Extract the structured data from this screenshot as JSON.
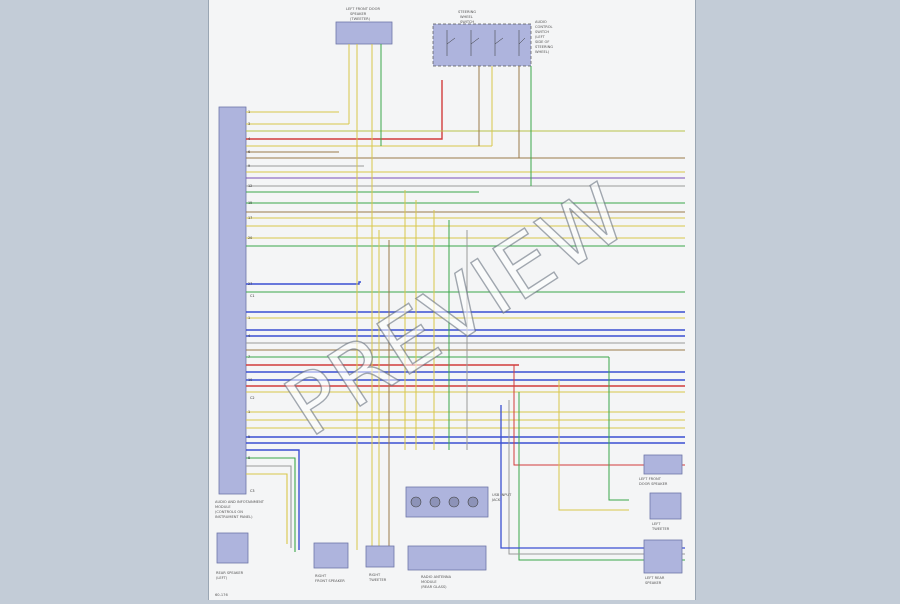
{
  "watermark": "PREVIEW",
  "diagram": {
    "colors": {
      "page_bg": "#c3ccd7",
      "sheet_bg": "#f4f5f6",
      "component_fill": "#aeb4dd",
      "wire_red": "#d23c3c",
      "wire_blue": "#3a4fd2",
      "wire_green": "#3aa84a",
      "wire_yellow": "#d9c64a",
      "wire_brown": "#9a7a4a",
      "wire_grey": "#9a9a9a",
      "wire_purple": "#7a4fb8"
    },
    "components": {
      "left_module_caption": [
        "AUDIO AND INFOTAINMENT",
        "MODULE",
        "(CONTROLS ON",
        "INSTRUMENT PANEL)"
      ],
      "top_speaker_caption": [
        "LEFT FRONT DOOR",
        "SPEAKER",
        "(TWEETER)"
      ],
      "switch_box_caption": [
        "STEERING",
        "WHEEL",
        "SWITCH"
      ],
      "switch_box_side_caption": [
        "AUDIO",
        "CONTROL",
        "SWITCH",
        "(LEFT",
        "SIDE OF",
        "STEERING",
        "WHEEL)"
      ],
      "usb_caption": [
        "USB INPUT",
        "JACK"
      ],
      "bottom_left_caption": [
        "REAR SPEAKER",
        "(LEFT)"
      ],
      "bottom_mid_caption": [
        "RIGHT",
        "FRONT SPEAKER"
      ],
      "bottom_small_caption": [
        "RIGHT",
        "TWEETER"
      ],
      "bottom_wide_caption": [
        "RADIO ANTENNA",
        "MODULE",
        "(REAR GLASS)"
      ],
      "right_top_caption": [
        "LEFT FRONT",
        "DOOR SPEAKER"
      ],
      "right_mid_caption": [
        "LEFT",
        "TWEETER"
      ],
      "right_bottom_caption": [
        "LEFT REAR",
        "SPEAKER"
      ],
      "page_ref": "60-176"
    }
  }
}
